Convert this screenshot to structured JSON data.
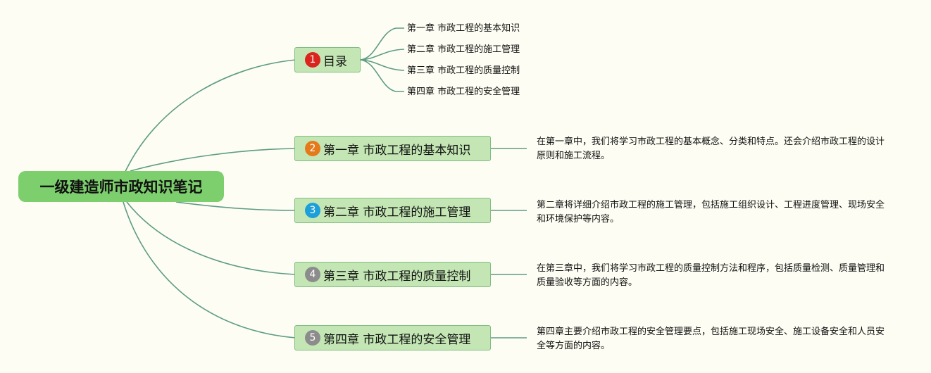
{
  "root": {
    "title": "一级建造师市政知识笔记"
  },
  "colors": {
    "line": "#5e9c84",
    "badge_1": "#d9251d",
    "badge_2": "#e57a1a",
    "badge_3": "#1d9fd9",
    "badge_4": "#8c8c8c",
    "badge_5": "#8c8c8c"
  },
  "branches": [
    {
      "num": "1",
      "label": "目录"
    },
    {
      "num": "2",
      "label": "第一章 市政工程的基本知识"
    },
    {
      "num": "3",
      "label": "第二章 市政工程的施工管理"
    },
    {
      "num": "4",
      "label": "第三章 市政工程的质量控制"
    },
    {
      "num": "5",
      "label": "第四章 市政工程的安全管理"
    }
  ],
  "toc_items": [
    "第一章 市政工程的基本知识",
    "第二章 市政工程的施工管理",
    "第三章 市政工程的质量控制",
    "第四章 市政工程的安全管理"
  ],
  "descriptions": [
    "在第一章中，我们将学习市政工程的基本概念、分类和特点。还会介绍市政工程的设计原则和施工流程。",
    "第二章将详细介绍市政工程的施工管理，包括施工组织设计、工程进度管理、现场安全和环境保护等内容。",
    "在第三章中，我们将学习市政工程的质量控制方法和程序，包括质量检测、质量管理和质量验收等方面的内容。",
    "第四章主要介绍市政工程的安全管理要点，包括施工现场安全、施工设备安全和人员安全等方面的内容。"
  ]
}
